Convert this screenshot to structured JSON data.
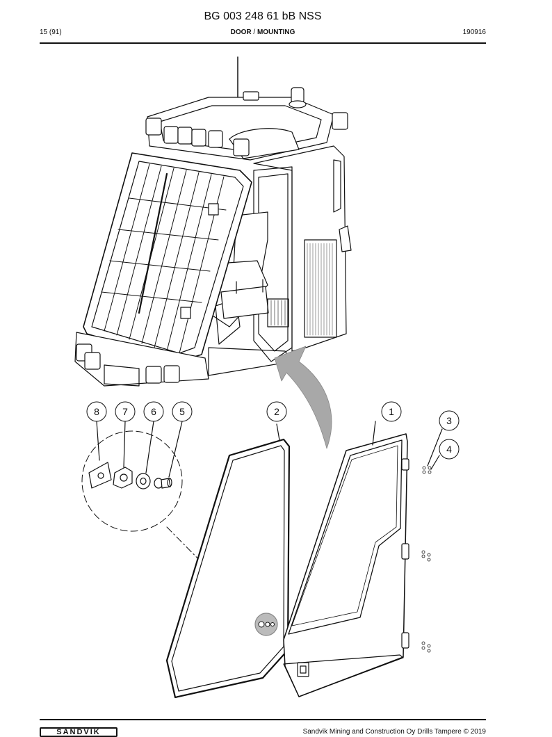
{
  "header": {
    "document_code": "BG 003 248 61 bB NSS",
    "page": "15 (91)",
    "section_part1": "DOOR",
    "section_sep": " / ",
    "section_part2": "MOUNTING",
    "date_code": "190916"
  },
  "callouts": {
    "c1": "1",
    "c2": "2",
    "c3": "3",
    "c4": "4",
    "c5": "5",
    "c6": "6",
    "c7": "7",
    "c8": "8"
  },
  "footer": {
    "copyright": "Sandvik Mining and Construction Oy Drills Tampere © 2019",
    "logo_text": "SANDVIK"
  },
  "colors": {
    "line": "#111111",
    "arrow_gray": "#9a9a9a",
    "grille_gray": "#555555"
  }
}
